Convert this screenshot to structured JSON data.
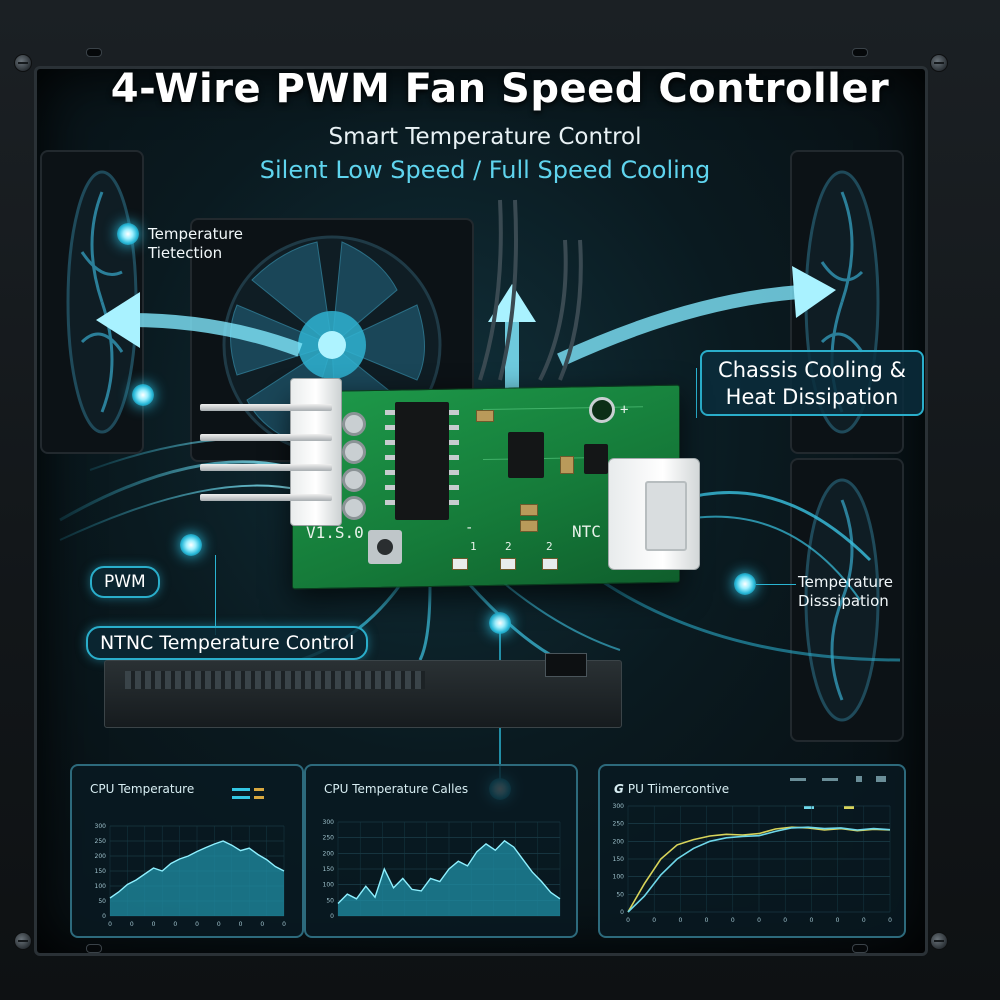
{
  "header": {
    "title": "4-Wire PWM Fan Speed Controller",
    "subtitle": "Smart Temperature Control",
    "tagline": "Silent Low Speed / Full Speed Cooling"
  },
  "callouts": {
    "temperature_detection": "Temperature Tietection",
    "chassis_cooling_line1": "Chassis Cooling &",
    "chassis_cooling_line2": "Heat Dissipation",
    "pwm": "PWM",
    "ntnc": "NTNC Temperature Control",
    "temperature_dissipation": "Temperature Disssipation"
  },
  "board": {
    "silk_left": "V1.S.0",
    "silk_right": "NTC",
    "silk_plus": "+",
    "silk_minus": "-",
    "silk_1": "1",
    "silk_2": "2",
    "silk_2b": "2"
  },
  "panels": {
    "cpu_temperature": "CPU Temperature",
    "cpu_temperature_cables": "CPU Temperature Calles",
    "pu_temperature": "PU Tiimercontive"
  },
  "colors": {
    "accent": "#2ec8ea",
    "pcb": "#1b8a43",
    "chart_fill": "#1f8fa6",
    "line_yellow": "#d8d45a",
    "line_cyan": "#6fd8ea"
  },
  "chart_data": [
    {
      "type": "area",
      "title": "CPU Temperature",
      "y_ticks": [
        "300",
        "250",
        "200",
        "150",
        "100",
        "50",
        "0"
      ],
      "x_ticks": [
        "0",
        "0",
        "0",
        "0",
        "0",
        "0",
        "0",
        "0",
        "0"
      ],
      "x": [
        0,
        1,
        2,
        3,
        4,
        5,
        6,
        7,
        8,
        9,
        10,
        11,
        12,
        13,
        14,
        15,
        16,
        17,
        18,
        19,
        20
      ],
      "values": [
        60,
        80,
        105,
        120,
        140,
        160,
        150,
        175,
        190,
        200,
        215,
        228,
        240,
        250,
        236,
        218,
        226,
        205,
        188,
        165,
        150
      ],
      "ylim": [
        0,
        300
      ]
    },
    {
      "type": "area",
      "title": "CPU Temperature Calles",
      "y_ticks": [
        "300",
        "250",
        "200",
        "150",
        "100",
        "50",
        "0"
      ],
      "x": [
        0,
        1,
        2,
        3,
        4,
        5,
        6,
        7,
        8,
        9,
        10,
        11,
        12,
        13,
        14,
        15,
        16,
        17,
        18,
        19,
        20,
        21,
        22,
        23,
        24
      ],
      "values": [
        40,
        70,
        55,
        95,
        60,
        150,
        90,
        120,
        85,
        80,
        120,
        110,
        150,
        175,
        160,
        205,
        230,
        210,
        240,
        220,
        180,
        140,
        110,
        75,
        55
      ],
      "ylim": [
        0,
        300
      ]
    },
    {
      "type": "line",
      "title": "PU Tiimercontive",
      "y_ticks": [
        "300",
        "250",
        "200",
        "150",
        "100",
        "50",
        "0"
      ],
      "x_ticks": [
        "0",
        "0",
        "0",
        "0",
        "0",
        "0",
        "0",
        "0",
        "0",
        "0",
        "0"
      ],
      "x": [
        0,
        1,
        2,
        3,
        4,
        5,
        6,
        7,
        8,
        9,
        10,
        11,
        12,
        13,
        14,
        15,
        16
      ],
      "series": [
        {
          "values": [
            0,
            80,
            150,
            190,
            205,
            215,
            220,
            218,
            222,
            235,
            240,
            238,
            232,
            236,
            230,
            234,
            232
          ]
        },
        {
          "values": [
            0,
            45,
            105,
            150,
            180,
            200,
            210,
            214,
            216,
            228,
            238,
            240,
            236,
            238,
            232,
            236,
            233
          ]
        }
      ],
      "ylim": [
        0,
        300
      ]
    }
  ]
}
